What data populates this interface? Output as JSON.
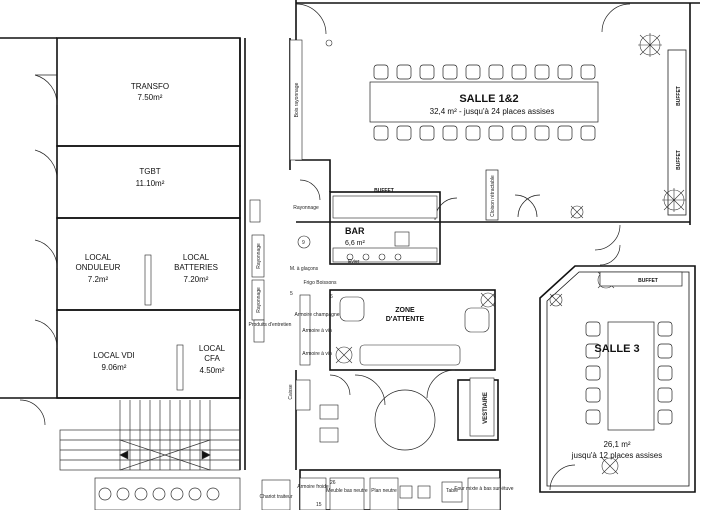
{
  "rooms": {
    "salle12": {
      "name": "SALLE 1&2",
      "desc": "32,4 m² - jusqu'à 24 places assises"
    },
    "salle3": {
      "name": "SALLE 3",
      "area": "26,1 m²",
      "desc": "jusqu'à 12 places assises"
    },
    "bar": {
      "name": "BAR",
      "area": "6,6 m²"
    },
    "zone": {
      "line1": "ZONE",
      "line2": "D'ATTENTE"
    },
    "transfo": {
      "name": "TRANSFO",
      "area": "7.50m²"
    },
    "tgbt": {
      "name": "TGBT",
      "area": "11.10m²"
    },
    "onduleur": {
      "line1": "LOCAL",
      "line2": "ONDULEUR",
      "area": "7.2m²"
    },
    "batteries": {
      "line1": "LOCAL",
      "line2": "BATTERIES",
      "area": "7.20m²"
    },
    "vdi": {
      "name": "LOCAL VDI",
      "area": "9.06m²"
    },
    "cfa": {
      "line1": "LOCAL",
      "line2": "CFA",
      "area": "4.50m²"
    }
  },
  "labels": {
    "buffet": "BUFFET",
    "vestiaire": "VESTIAIRE",
    "rayonnage1": "Rayonnage",
    "rayonnage2": "Rayonnage",
    "rayonnage3": "Rayonnage",
    "produits": "Produits d'entretien",
    "armoire_champ": "Armoire champagne",
    "armoire_vin1": "Armoire à vin",
    "armoire_vin2": "Armoire à vin",
    "plan_neutre": "Plan neutre",
    "meuble_bas": "Meuble bas neutre",
    "armoire_froide": "Armoire froide",
    "table": "Table",
    "four": "Four mixte à bas sur étuve",
    "chariot": "Chariot traiteur",
    "cloison": "Cloison rétractable",
    "bois": "Bois rayonnage",
    "glacons": "M. à glaçons",
    "frigo": "Frigo Boissons",
    "evier": "Evier",
    "caisse": "Caisse",
    "n26": "26",
    "n15": "15",
    "n9": "9",
    "n6": "6",
    "n5": "5"
  }
}
